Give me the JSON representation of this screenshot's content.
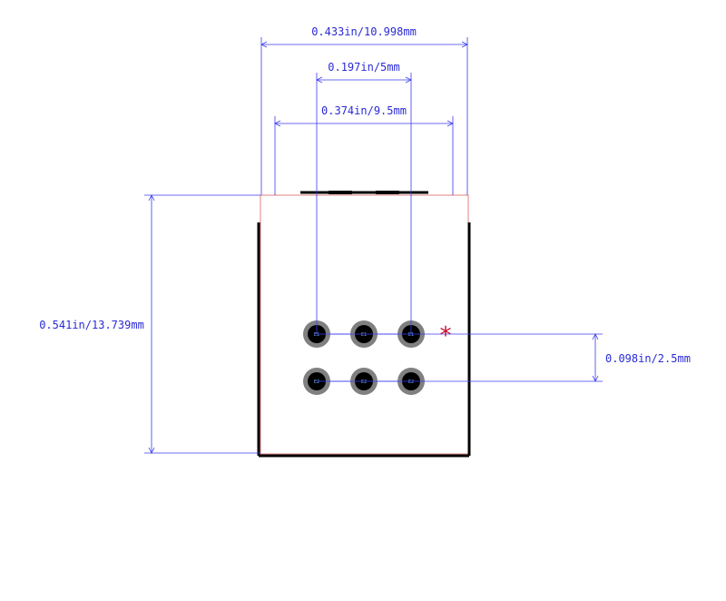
{
  "dimensions": {
    "width_total": "0.433in/10.998mm",
    "pin_pitch_x": "0.197in/5mm",
    "body_width": "0.374in/9.5mm",
    "body_height": "0.541in/13.739mm",
    "row_pitch": "0.098in/2.5mm"
  },
  "pads": {
    "row1": [
      "E1",
      "E1",
      "E1"
    ],
    "row2": [
      "E2",
      "E2",
      "E2"
    ]
  },
  "pin1_marker": "*",
  "colors": {
    "dimension": "#3b3bf0",
    "outline": "#000000",
    "courtyard": "#e08080",
    "pad_ring": "#808080",
    "pad_hole": "#000000",
    "marker": "#c8102e"
  }
}
